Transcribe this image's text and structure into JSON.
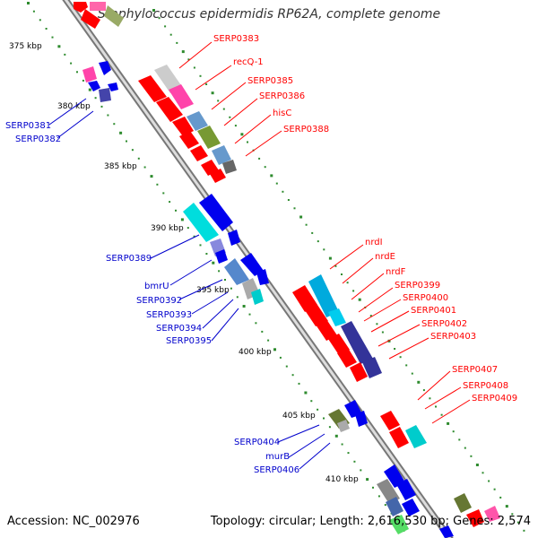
{
  "title": "Staphylococcus epidermidis RP62A, complete genome",
  "accession": "Accession: NC_002976",
  "topology": "Topology: circular; Length: 2,616,530 bp; Genes: 2,574",
  "kbp_labels": [
    "375 kbp",
    "380 kbp",
    "385 kbp",
    "390 kbp",
    "395 kbp",
    "400 kbp",
    "405 kbp",
    "410 kbp"
  ],
  "genes_forward": [
    "SERP0383",
    "recQ-1",
    "SERP0385",
    "SERP0386",
    "hisC",
    "SERP0388",
    "nrdI",
    "nrdE",
    "nrdF",
    "SERP0399",
    "SERP0400",
    "SERP0401",
    "SERP0402",
    "SERP0403",
    "SERP0407",
    "SERP0408",
    "SERP0409"
  ],
  "genes_reverse": [
    "SERP0381",
    "SERP0382",
    "SERP0389",
    "bmrU",
    "SERP0392",
    "SERP0393",
    "SERP0394",
    "SERP0395",
    "SERP0404",
    "murB",
    "SERP0406"
  ],
  "colors": {
    "forward": "#ff0000",
    "reverse": "#0000cc",
    "backbone": "#999999",
    "ticks": "#2e8b2e"
  }
}
